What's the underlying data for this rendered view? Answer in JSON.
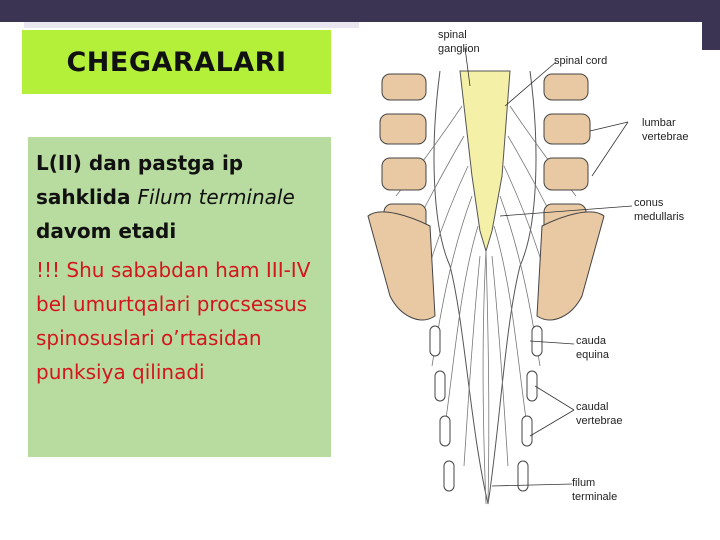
{
  "title": "CHEGARALARI",
  "paragraph1": {
    "part1": "L(II) dan pastga ip sahklida ",
    "part2": "Filum terminale",
    "part3": " davom etadi"
  },
  "paragraph2": "!!! Shu sababdan ham III-IV bel umurtqalari procsessus spinosuslari o’rtasidan punksiya qilinadi",
  "figure_labels": {
    "spinal_ganglion_1": "spinal",
    "spinal_ganglion_2": "ganglion",
    "spinal_cord": "spinal cord",
    "lumbar_1": "lumbar",
    "lumbar_2": "vertebrae",
    "conus_1": "conus",
    "conus_2": "medullaris",
    "cauda_1": "cauda",
    "cauda_2": "equina",
    "caudal_1": "caudal",
    "caudal_2": "vertebrae",
    "filum_1": "filum",
    "filum_2": "terminale"
  },
  "colors": {
    "topbar": "#3b3553",
    "title_bg": "#b4f03a",
    "content_bg": "#b8dba0",
    "warning_text": "#d4161c",
    "bone": "#e8c9a3",
    "cord": "#f4f0a8"
  }
}
